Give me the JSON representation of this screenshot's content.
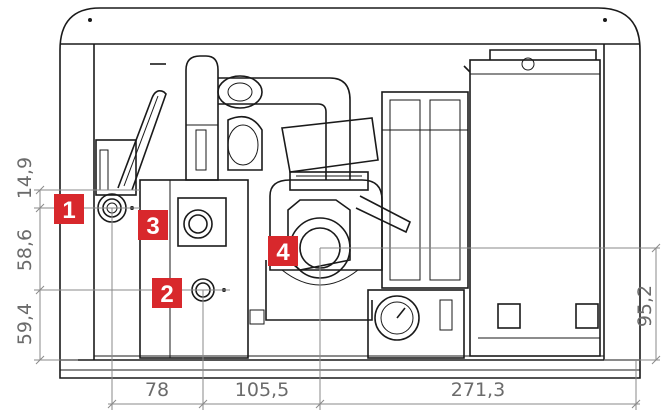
{
  "dimensions": {
    "left_1": "14,9",
    "left_2": "58,6",
    "left_3": "59,4",
    "right_1": "95,2",
    "bottom_1": "78",
    "bottom_2": "105,5",
    "bottom_3": "271,3"
  },
  "callouts": [
    {
      "label": "1"
    },
    {
      "label": "3"
    },
    {
      "label": "4"
    },
    {
      "label": "2"
    }
  ],
  "colors": {
    "callout": "#d8282c",
    "line": "#1a1a1a",
    "dimension": "#8a8a8a"
  }
}
